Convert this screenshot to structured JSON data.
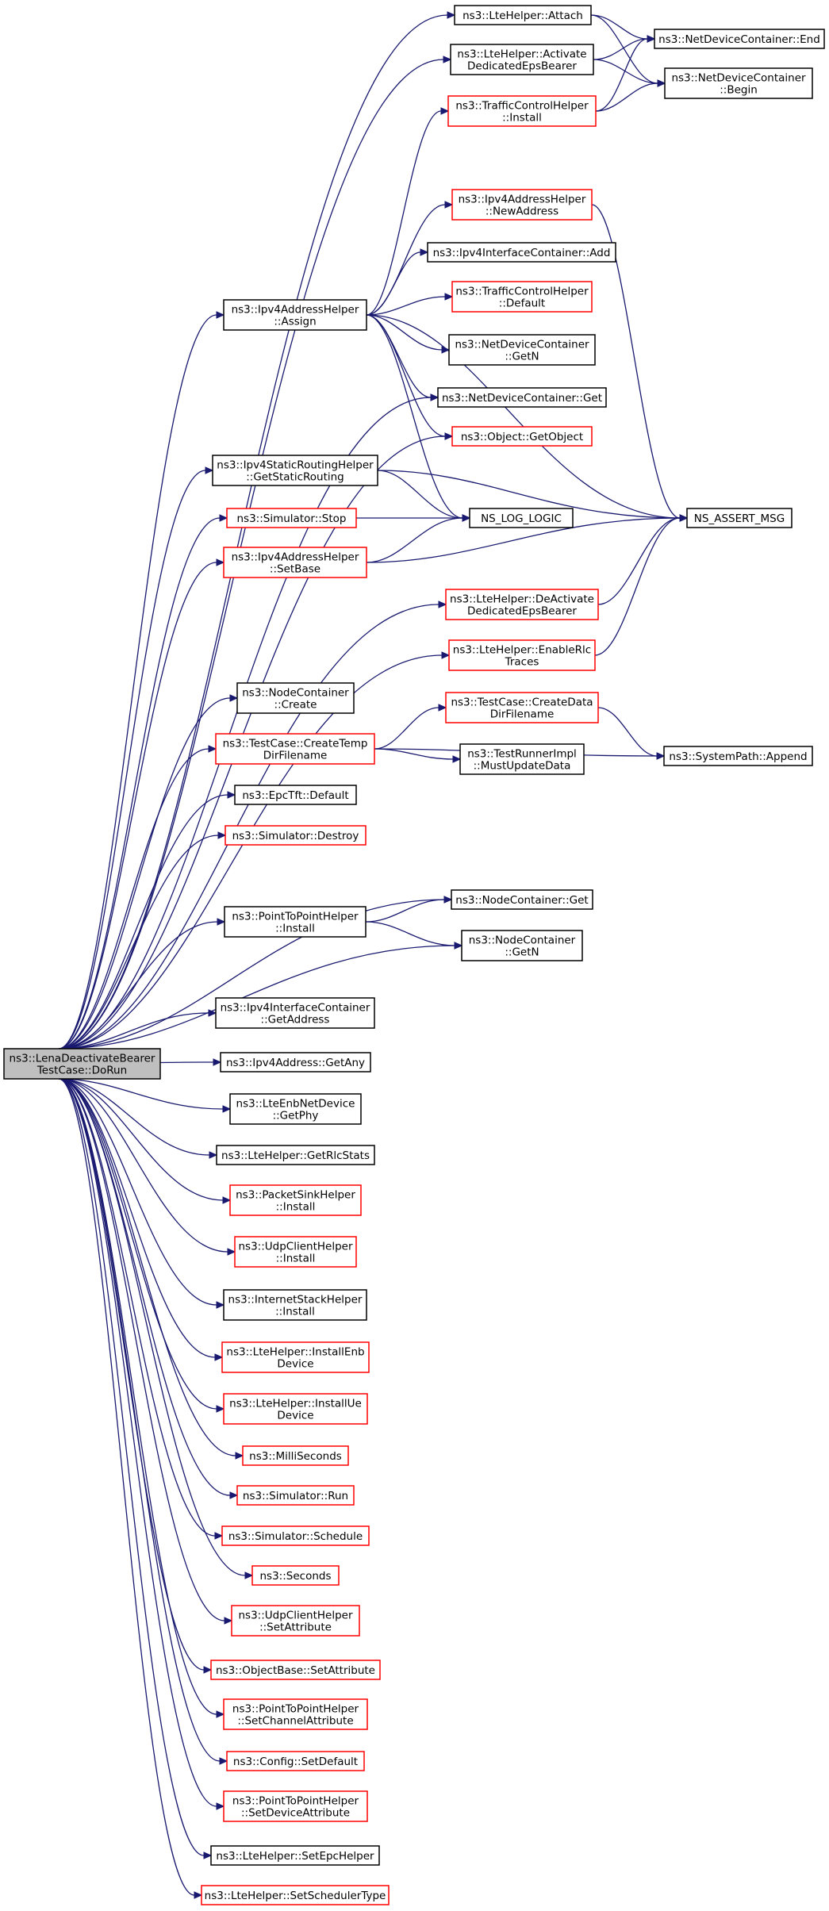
{
  "graph": {
    "root": "ns3::LenaDeactivateBearerTestCase::DoRun",
    "colors": {
      "edge": "#191970",
      "linked_border": "#000000",
      "unlinked_border": "#ff0000",
      "root_fill": "#bfbfbf"
    },
    "nodes": [
      {
        "id": "root",
        "lines": [
          "ns3::LenaDeactivateBearer",
          "TestCase::DoRun"
        ],
        "style": "root"
      },
      {
        "id": "attach",
        "lines": [
          "ns3::LteHelper::Attach"
        ],
        "style": "black"
      },
      {
        "id": "ndc_end",
        "lines": [
          "ns3::NetDeviceContainer::End"
        ],
        "style": "black"
      },
      {
        "id": "activate",
        "lines": [
          "ns3::LteHelper::Activate",
          "DedicatedEpsBearer"
        ],
        "style": "black"
      },
      {
        "id": "ndc_begin",
        "lines": [
          "ns3::NetDeviceContainer",
          "::Begin"
        ],
        "style": "black"
      },
      {
        "id": "tch_install",
        "lines": [
          "ns3::TrafficControlHelper",
          "::Install"
        ],
        "style": "red"
      },
      {
        "id": "newaddress",
        "lines": [
          "ns3::Ipv4AddressHelper",
          "::NewAddress"
        ],
        "style": "red"
      },
      {
        "id": "iic_add",
        "lines": [
          "ns3::Ipv4InterfaceContainer::Add"
        ],
        "style": "black"
      },
      {
        "id": "ipv4_assign",
        "lines": [
          "ns3::Ipv4AddressHelper",
          "::Assign"
        ],
        "style": "black"
      },
      {
        "id": "tch_default",
        "lines": [
          "ns3::TrafficControlHelper",
          "::Default"
        ],
        "style": "red"
      },
      {
        "id": "ndc_getn",
        "lines": [
          "ns3::NetDeviceContainer",
          "::GetN"
        ],
        "style": "black"
      },
      {
        "id": "ndc_get",
        "lines": [
          "ns3::NetDeviceContainer::Get"
        ],
        "style": "black"
      },
      {
        "id": "getobject",
        "lines": [
          "ns3::Object::GetObject"
        ],
        "style": "red"
      },
      {
        "id": "getstaticrouting",
        "lines": [
          "ns3::Ipv4StaticRoutingHelper",
          "::GetStaticRouting"
        ],
        "style": "black"
      },
      {
        "id": "assert_msg",
        "lines": [
          "NS_ASSERT_MSG"
        ],
        "style": "black"
      },
      {
        "id": "sim_stop",
        "lines": [
          "ns3::Simulator::Stop"
        ],
        "style": "red"
      },
      {
        "id": "log_logic",
        "lines": [
          "NS_LOG_LOGIC"
        ],
        "style": "black"
      },
      {
        "id": "setbase",
        "lines": [
          "ns3::Ipv4AddressHelper",
          "::SetBase"
        ],
        "style": "red"
      },
      {
        "id": "deactivate",
        "lines": [
          "ns3::LteHelper::DeActivate",
          "DedicatedEpsBearer"
        ],
        "style": "red"
      },
      {
        "id": "enablerlc",
        "lines": [
          "ns3::LteHelper::EnableRlc",
          "Traces"
        ],
        "style": "red"
      },
      {
        "id": "nc_create",
        "lines": [
          "ns3::NodeContainer",
          "::Create"
        ],
        "style": "black"
      },
      {
        "id": "createdata",
        "lines": [
          "ns3::TestCase::CreateData",
          "DirFilename"
        ],
        "style": "red"
      },
      {
        "id": "createtemp",
        "lines": [
          "ns3::TestCase::CreateTemp",
          "DirFilename"
        ],
        "style": "red"
      },
      {
        "id": "mustupdate",
        "lines": [
          "ns3::TestRunnerImpl",
          "::MustUpdateData"
        ],
        "style": "black"
      },
      {
        "id": "append",
        "lines": [
          "ns3::SystemPath::Append"
        ],
        "style": "black"
      },
      {
        "id": "epctft_default",
        "lines": [
          "ns3::EpcTft::Default"
        ],
        "style": "black"
      },
      {
        "id": "sim_destroy",
        "lines": [
          "ns3::Simulator::Destroy"
        ],
        "style": "red"
      },
      {
        "id": "nc_get",
        "lines": [
          "ns3::NodeContainer::Get"
        ],
        "style": "black"
      },
      {
        "id": "p2p_install",
        "lines": [
          "ns3::PointToPointHelper",
          "::Install"
        ],
        "style": "black"
      },
      {
        "id": "nc_getn",
        "lines": [
          "ns3::NodeContainer",
          "::GetN"
        ],
        "style": "black"
      },
      {
        "id": "iic_getaddress",
        "lines": [
          "ns3::Ipv4InterfaceContainer",
          "::GetAddress"
        ],
        "style": "black"
      },
      {
        "id": "getany",
        "lines": [
          "ns3::Ipv4Address::GetAny"
        ],
        "style": "black"
      },
      {
        "id": "getphy",
        "lines": [
          "ns3::LteEnbNetDevice",
          "::GetPhy"
        ],
        "style": "black"
      },
      {
        "id": "getrlcstats",
        "lines": [
          "ns3::LteHelper::GetRlcStats"
        ],
        "style": "black"
      },
      {
        "id": "psh_install",
        "lines": [
          "ns3::PacketSinkHelper",
          "::Install"
        ],
        "style": "red"
      },
      {
        "id": "uch_install",
        "lines": [
          "ns3::UdpClientHelper",
          "::Install"
        ],
        "style": "red"
      },
      {
        "id": "ish_install",
        "lines": [
          "ns3::InternetStackHelper",
          "::Install"
        ],
        "style": "black"
      },
      {
        "id": "installenb",
        "lines": [
          "ns3::LteHelper::InstallEnb",
          "Device"
        ],
        "style": "red"
      },
      {
        "id": "installue",
        "lines": [
          "ns3::LteHelper::InstallUe",
          "Device"
        ],
        "style": "red"
      },
      {
        "id": "milliseconds",
        "lines": [
          "ns3::MilliSeconds"
        ],
        "style": "red"
      },
      {
        "id": "sim_run",
        "lines": [
          "ns3::Simulator::Run"
        ],
        "style": "red"
      },
      {
        "id": "sim_schedule",
        "lines": [
          "ns3::Simulator::Schedule"
        ],
        "style": "red"
      },
      {
        "id": "seconds",
        "lines": [
          "ns3::Seconds"
        ],
        "style": "red"
      },
      {
        "id": "uch_setattr",
        "lines": [
          "ns3::UdpClientHelper",
          "::SetAttribute"
        ],
        "style": "red"
      },
      {
        "id": "ob_setattr",
        "lines": [
          "ns3::ObjectBase::SetAttribute"
        ],
        "style": "red"
      },
      {
        "id": "p2p_setchannel",
        "lines": [
          "ns3::PointToPointHelper",
          "::SetChannelAttribute"
        ],
        "style": "red"
      },
      {
        "id": "config_setdefault",
        "lines": [
          "ns3::Config::SetDefault"
        ],
        "style": "red"
      },
      {
        "id": "p2p_setdevice",
        "lines": [
          "ns3::PointToPointHelper",
          "::SetDeviceAttribute"
        ],
        "style": "red"
      },
      {
        "id": "setepchelper",
        "lines": [
          "ns3::LteHelper::SetEpcHelper"
        ],
        "style": "black"
      },
      {
        "id": "setschedulertype",
        "lines": [
          "ns3::LteHelper::SetSchedulerType"
        ],
        "style": "red"
      }
    ],
    "edges": [
      [
        "root",
        "attach"
      ],
      [
        "root",
        "activate"
      ],
      [
        "root",
        "ipv4_assign"
      ],
      [
        "root",
        "ndc_get"
      ],
      [
        "root",
        "getobject"
      ],
      [
        "root",
        "getstaticrouting"
      ],
      [
        "root",
        "sim_stop"
      ],
      [
        "root",
        "setbase"
      ],
      [
        "root",
        "deactivate"
      ],
      [
        "root",
        "enablerlc"
      ],
      [
        "root",
        "nc_create"
      ],
      [
        "root",
        "createtemp"
      ],
      [
        "root",
        "epctft_default"
      ],
      [
        "root",
        "sim_destroy"
      ],
      [
        "root",
        "nc_get"
      ],
      [
        "root",
        "p2p_install"
      ],
      [
        "root",
        "nc_getn"
      ],
      [
        "root",
        "iic_getaddress"
      ],
      [
        "root",
        "getany"
      ],
      [
        "root",
        "getphy"
      ],
      [
        "root",
        "getrlcstats"
      ],
      [
        "root",
        "psh_install"
      ],
      [
        "root",
        "uch_install"
      ],
      [
        "root",
        "ish_install"
      ],
      [
        "root",
        "installenb"
      ],
      [
        "root",
        "installue"
      ],
      [
        "root",
        "milliseconds"
      ],
      [
        "root",
        "sim_run"
      ],
      [
        "root",
        "sim_schedule"
      ],
      [
        "root",
        "seconds"
      ],
      [
        "root",
        "uch_setattr"
      ],
      [
        "root",
        "ob_setattr"
      ],
      [
        "root",
        "p2p_setchannel"
      ],
      [
        "root",
        "config_setdefault"
      ],
      [
        "root",
        "p2p_setdevice"
      ],
      [
        "root",
        "setepchelper"
      ],
      [
        "root",
        "setschedulertype"
      ],
      [
        "attach",
        "ndc_end"
      ],
      [
        "attach",
        "ndc_begin"
      ],
      [
        "activate",
        "ndc_end"
      ],
      [
        "activate",
        "ndc_begin"
      ],
      [
        "tch_install",
        "ndc_end"
      ],
      [
        "tch_install",
        "ndc_begin"
      ],
      [
        "ipv4_assign",
        "tch_install"
      ],
      [
        "ipv4_assign",
        "assert_msg"
      ],
      [
        "ipv4_assign",
        "newaddress"
      ],
      [
        "ipv4_assign",
        "iic_add"
      ],
      [
        "ipv4_assign",
        "tch_default"
      ],
      [
        "ipv4_assign",
        "ndc_getn"
      ],
      [
        "ipv4_assign",
        "ndc_get"
      ],
      [
        "ipv4_assign",
        "getobject"
      ],
      [
        "ipv4_assign",
        "log_logic"
      ],
      [
        "newaddress",
        "assert_msg"
      ],
      [
        "getstaticrouting",
        "assert_msg"
      ],
      [
        "getstaticrouting",
        "log_logic"
      ],
      [
        "sim_stop",
        "log_logic"
      ],
      [
        "setbase",
        "log_logic"
      ],
      [
        "setbase",
        "assert_msg"
      ],
      [
        "deactivate",
        "assert_msg"
      ],
      [
        "enablerlc",
        "assert_msg"
      ],
      [
        "createtemp",
        "createdata"
      ],
      [
        "createtemp",
        "mustupdate"
      ],
      [
        "createtemp",
        "append"
      ],
      [
        "createdata",
        "append"
      ],
      [
        "p2p_install",
        "nc_get"
      ],
      [
        "p2p_install",
        "nc_getn"
      ]
    ]
  }
}
